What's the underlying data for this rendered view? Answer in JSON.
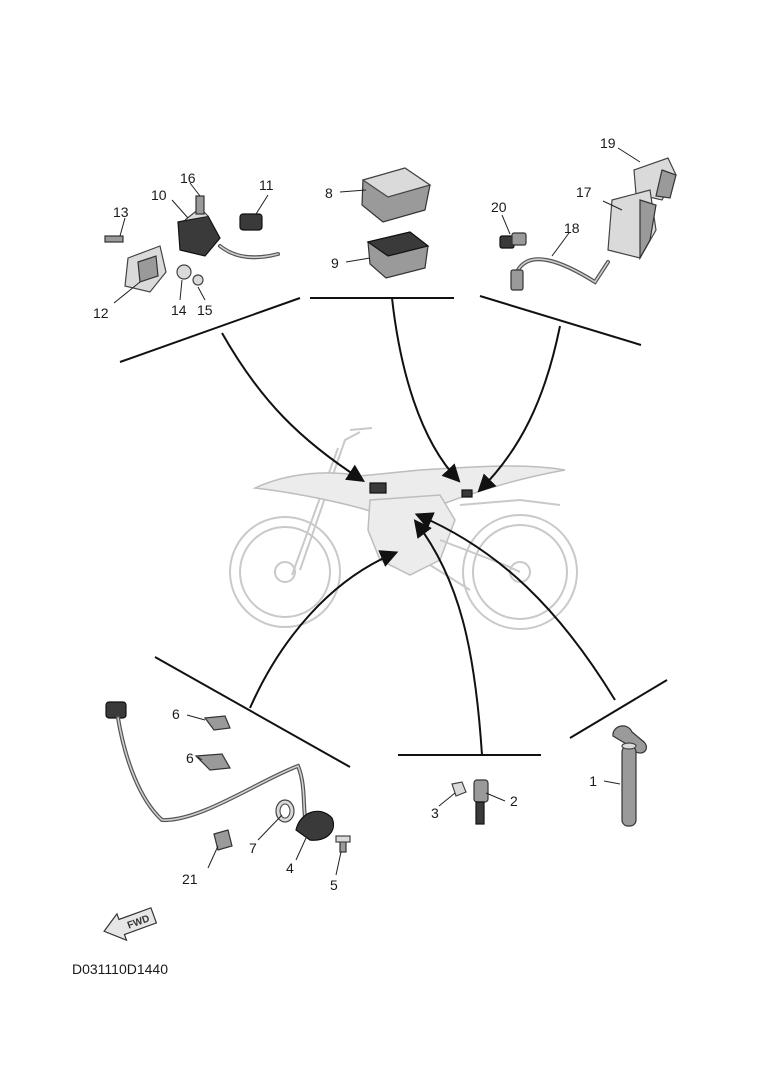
{
  "diagram": {
    "code": "D031110D1440",
    "fwd_label": "FWD",
    "callouts": {
      "c1": "1",
      "c2": "2",
      "c3": "3",
      "c4": "4",
      "c5": "5",
      "c6a": "6",
      "c6b": "6",
      "c7": "7",
      "c8": "8",
      "c9": "9",
      "c10": "10",
      "c11": "11",
      "c12": "12",
      "c13": "13",
      "c14": "14",
      "c15": "15",
      "c16": "16",
      "c17": "17",
      "c18": "18",
      "c19": "19",
      "c20": "20",
      "c21": "21"
    }
  }
}
